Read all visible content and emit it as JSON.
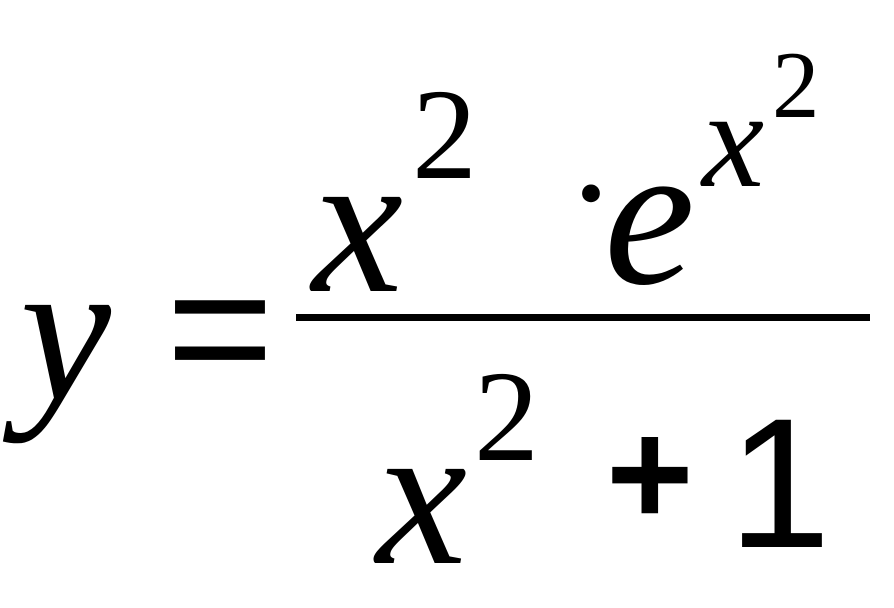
{
  "formula": {
    "lhs": {
      "variable": "y",
      "operator": "="
    },
    "numerator": {
      "base_x": "x",
      "base_x_exponent": "2",
      "multiply": "·",
      "exp_base": "e",
      "exp_exponent_var": "x",
      "exp_exponent_power": "2"
    },
    "denominator": {
      "base_x": "x",
      "base_x_exponent": "2",
      "plus": "+",
      "constant": "1"
    }
  }
}
